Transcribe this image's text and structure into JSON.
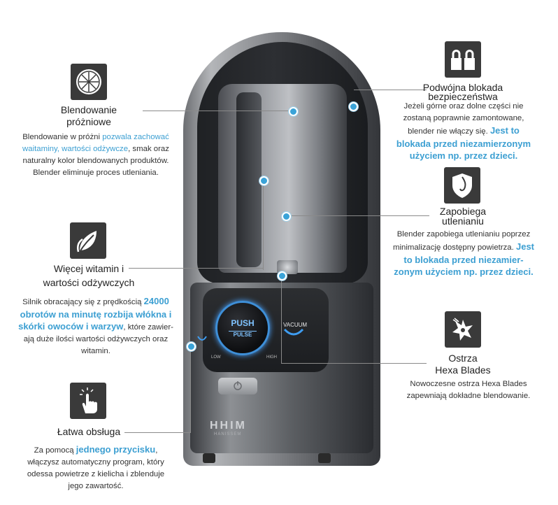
{
  "colors": {
    "accent": "#3c9fd2",
    "icon_bg": "#3a3a3a",
    "text": "#333333"
  },
  "features": {
    "vacuum": {
      "icon": "citrus-slice-icon",
      "title_1": "Blendowanie",
      "title_2": "próżniowe",
      "d1": "Blendowanie w próżni ",
      "d1_hl": "pozwala zachować",
      "d2_hl": "waitaminy, wartości odżywcze",
      "d2": ", smak oraz",
      "d3": "naturalny kolor blendowanych produktów.",
      "d4": "Blender eliminuje proces utleniania."
    },
    "lock": {
      "icon": "double-lock-icon",
      "title_1": "Podwójna blokada",
      "title_2": "bezpieczeństwa",
      "d1": "Jeżeli górne oraz dolne części nie",
      "d2": "zostaną poprawnie zamontowane,",
      "d3": "blender nie włączy się.",
      "d3_hl": "Jest to",
      "d4_hl": "blokada przed niezamierzonym",
      "d5_hl": "użyciem np. przez dzieci."
    },
    "oxidation": {
      "icon": "shield-icon",
      "title_1": "Zapobiega",
      "title_2": "utlenianiu",
      "d1": "Blender zapobiega utlenianiu poprzez",
      "d2": "minimalizację dostępny powietrza.",
      "d2_hl": "Jest",
      "d3_hl": "to blokada przed niezamier-",
      "d4_hl": "zonym użyciem np. przez dzieci."
    },
    "vitamins": {
      "icon": "leaf-icon",
      "title_1": "Więcej witamin i",
      "title_2": "wartości odżywczych",
      "d1": "Silnik obracający się z prędkością",
      "d1_hl": "24000",
      "d2_hl": "obrotów na minutę rozbija włókna i",
      "d3_hl": "skórki owoców i warzyw",
      "d3": ", które zawier-",
      "d4": "ają duże ilości wartości odżywczych oraz",
      "d5": "witamin."
    },
    "blades": {
      "icon": "blade-icon",
      "title_1": "Ostrza",
      "title_2": "Hexa Blades",
      "d1": "Nowoczesne ostrza Hexa Blades",
      "d2": "zapewniają dokładne blendowanie."
    },
    "easy": {
      "icon": "touch-hand-icon",
      "title_1": "Łatwa obsługa",
      "d1": "Za pomocą ",
      "d1_hl": "jednego przycisku",
      "d1b": ",",
      "d2": "włączysz automatyczny program, który",
      "d3": "odessa powietrze z kielicha i zblenduje",
      "d4": "jego zawartość."
    }
  },
  "device": {
    "knob_top": "PUSH",
    "knob_bottom": "PULSE",
    "vacuum_label": "VACUUM",
    "low": "LOW",
    "high": "HIGH",
    "logo": "HHIM",
    "logo_sub": "HANISSEM"
  }
}
